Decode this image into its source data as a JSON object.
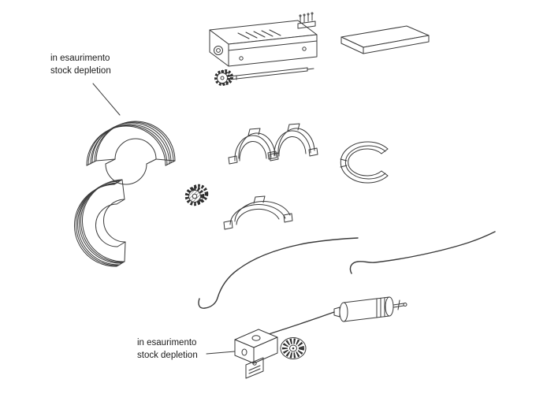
{
  "page": {
    "background": "#ffffff",
    "line_color": "#3a3a3a",
    "text_color": "#1b1b1b"
  },
  "annotations": {
    "top": {
      "line1": "in esaurimento",
      "line2": "stock depletion"
    },
    "bottom": {
      "line1": "in esaurimento",
      "line2": "stock depletion"
    }
  }
}
